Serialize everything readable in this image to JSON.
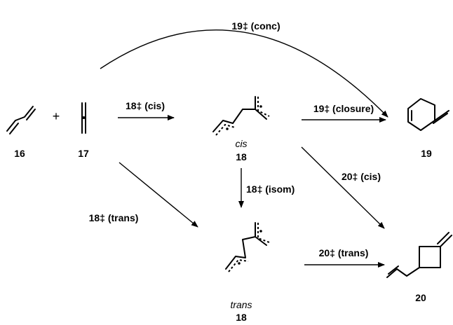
{
  "compounds": {
    "c16": "16",
    "c17": "17",
    "c18_cis": "18",
    "c18_cis_tag": "cis",
    "c18_trans": "18",
    "c18_trans_tag": "trans",
    "c19": "19",
    "c20": "20"
  },
  "plus": "+",
  "ts_labels": {
    "conc": "19‡ (conc)",
    "cis18": "18‡ (cis)",
    "closure": "19‡ (closure)",
    "cis20": "20‡ (cis)",
    "isom": "18‡ (isom)",
    "trans18": "18‡ (trans)",
    "trans20": "20‡ (trans)"
  }
}
